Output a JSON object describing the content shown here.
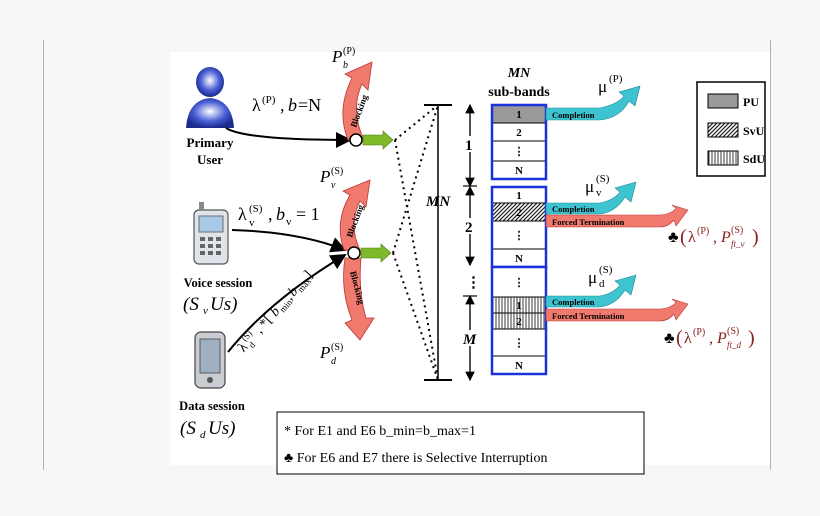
{
  "colors": {
    "arrow_red": "#f07a6e",
    "arrow_cyan": "#3ec4d0",
    "arrow_green": "#7fb92a",
    "band_border": "#1a33d6",
    "pu_fill": "#999999",
    "dark_red_text": "#8a2020"
  },
  "icons": [
    "person-icon",
    "voice-phone-icon",
    "data-phone-icon"
  ],
  "left": {
    "primary_label_1": "Primary",
    "primary_label_2": "User",
    "primary_rate": "λ(P), b=N",
    "primary_blocking": "P_b(P)",
    "voice_label": "Voice session",
    "voice_sym": "(S_v Us)",
    "voice_rate": "λ_v(S), b_v = 1",
    "voice_blocking": "P_v(S)",
    "data_label": "Data session",
    "data_sym": "(S_d Us)",
    "data_rate": "λ_d(S), *[b_min, b_max]",
    "data_blocking": "P_d(S)",
    "blocking_word": "Blocking"
  },
  "center": {
    "mn_label": "MN",
    "group_1": "1",
    "group_2": "2",
    "group_dots": "⋮",
    "group_m": "M"
  },
  "bands": {
    "title_1": "MN",
    "title_2": "sub-bands",
    "cells_group1": [
      "1",
      "2",
      "⋮",
      "N"
    ],
    "cells_group2": [
      "1",
      "2",
      "⋮",
      "N"
    ],
    "cells_group3": [
      "⋮",
      "1",
      "2",
      "⋮",
      "N"
    ]
  },
  "right": {
    "mu_p": "μ(P)",
    "mu_v": "μ_v(S)",
    "mu_d": "μ_d(S)",
    "completion": "Completion",
    "forced": "Forced Termination",
    "ft_v": "♣(λ(P), P_ft_v(S))",
    "ft_d": "♣(λ(P), P_ft_d(S))"
  },
  "legend": {
    "pu": "PU",
    "svu": "SvU",
    "sdu": "SdU"
  },
  "notes": {
    "line1": "* For E1 and E6 b_min=b_max=1",
    "line2": "♣ For E6 and E7 there is Selective Interruption"
  }
}
